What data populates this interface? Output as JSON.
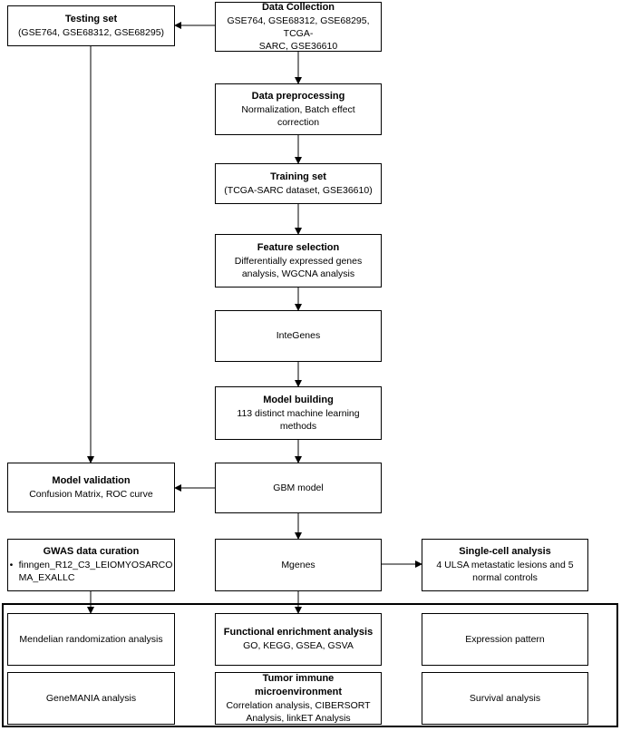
{
  "testing_set": {
    "title": "Testing set",
    "detail": "(GSE764, GSE68312, GSE68295)"
  },
  "data_collection": {
    "title": "Data Collection",
    "line1": "GSE764, GSE68312, GSE68295, TCGA-",
    "line2": "SARC, GSE36610"
  },
  "data_preprocessing": {
    "title": "Data preprocessing",
    "line1": "Normalization, Batch effect",
    "line2": "correction"
  },
  "training_set": {
    "title": "Training set",
    "detail": "(TCGA-SARC dataset, GSE36610)"
  },
  "feature_selection": {
    "title": "Feature selection",
    "line1": "Differentially expressed genes",
    "line2": "analysis, WGCNA analysis"
  },
  "integenes": {
    "label": "InteGenes"
  },
  "model_building": {
    "title": "Model building",
    "line1": "113 distinct machine learning",
    "line2": "methods"
  },
  "model_validation": {
    "title": "Model validation",
    "detail": "Confusion Matrix, ROC curve"
  },
  "gbm_model": {
    "label": "GBM model"
  },
  "gwas": {
    "title": "GWAS data curation",
    "bullet": "•",
    "line1": "finngen_R12_C3_LEIOMYOSARCO",
    "line2": "MA_EXALLC"
  },
  "mgenes": {
    "label": "Mgenes"
  },
  "single_cell": {
    "title": "Single-cell analysis",
    "line1": "4 ULSA metastatic lesions and 5",
    "line2": "normal controls"
  },
  "mendelian": {
    "label": "Mendelian randomization analysis"
  },
  "functional": {
    "title": "Functional enrichment analysis",
    "detail": "GO, KEGG, GSEA, GSVA"
  },
  "expression": {
    "label": "Expression pattern"
  },
  "genemania": {
    "label": "GeneMANIA analysis"
  },
  "tumor_immune": {
    "title": "Tumor immune microenvironment",
    "line1": "Correlation analysis, CIBERSORT",
    "line2": "Analysis, linkET Analysis"
  },
  "survival": {
    "label": "Survival analysis"
  }
}
